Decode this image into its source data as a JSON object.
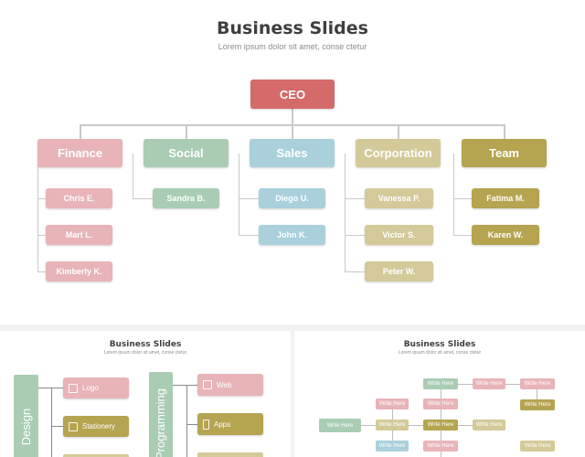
{
  "colors": {
    "ceo": "#d46a6a",
    "pink": "#e8b4b8",
    "green": "#a9ccb3",
    "blue": "#a9d0db",
    "tan": "#d4c999",
    "olive": "#b5a450"
  },
  "main": {
    "title": "Business Slides",
    "subtitle": "Lorem ipsum dolor sit amet, conse ctetur",
    "ceo": "CEO",
    "departments": [
      {
        "name": "Finance",
        "members": [
          "Chris E.",
          "Mart L.",
          "Kimberly K."
        ]
      },
      {
        "name": "Social",
        "members": [
          "Sandra B."
        ]
      },
      {
        "name": "Sales",
        "members": [
          "Diego U.",
          "John K."
        ]
      },
      {
        "name": "Corporation",
        "members": [
          "Vanessa P.",
          "Victor S.",
          "Peter W."
        ]
      },
      {
        "name": "Team",
        "members": [
          "Fatima M.",
          "Karen W."
        ]
      }
    ]
  },
  "thumb1": {
    "title": "Business Slides",
    "subtitle": "Lorem ipsum dolor sit amet, conse ctetur",
    "design_label": "Design",
    "programming_label": "Programming",
    "design_items": [
      "Logo",
      "Stationery"
    ],
    "programming_items": [
      "Web",
      "Apps"
    ]
  },
  "thumb2": {
    "title": "Business Slides",
    "subtitle": "Lorem ipsum dolor sit amet, conse ctetur",
    "node_label": "Write Here"
  }
}
